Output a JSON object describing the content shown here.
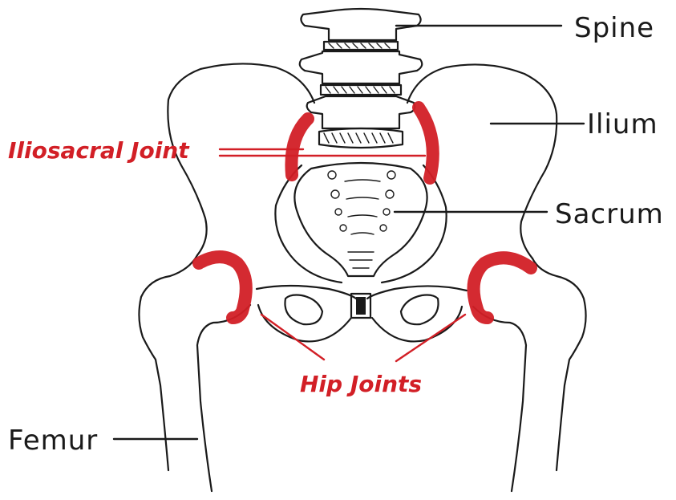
{
  "diagram": {
    "labels": {
      "spine": "Spine",
      "ilium": "Ilium",
      "sacrum": "Sacrum",
      "femur": "Femur",
      "iliosacral_joint": "Iliosacral Joint",
      "hip_joints": "Hip Joints"
    },
    "colors": {
      "line": "#1a1a1a",
      "highlight": "#d21f26",
      "background": "#ffffff"
    }
  }
}
